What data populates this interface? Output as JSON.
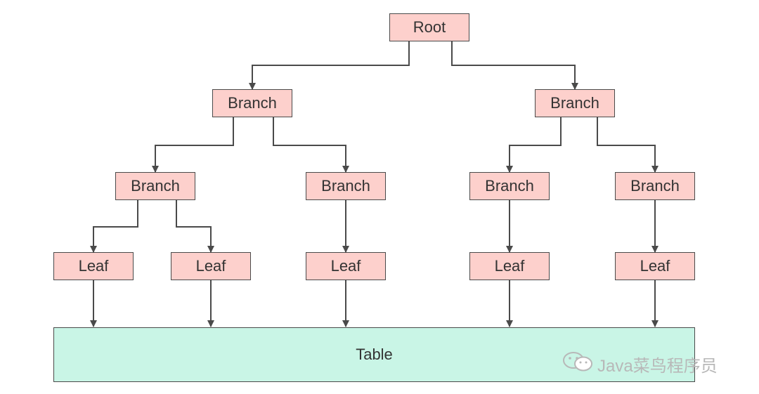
{
  "nodes": {
    "root": "Root",
    "branch_l1_left": "Branch",
    "branch_l1_right": "Branch",
    "branch_l2_1": "Branch",
    "branch_l2_2": "Branch",
    "branch_l2_3": "Branch",
    "branch_l2_4": "Branch",
    "leaf_1": "Leaf",
    "leaf_2": "Leaf",
    "leaf_3": "Leaf",
    "leaf_4": "Leaf",
    "leaf_5": "Leaf",
    "table": "Table"
  },
  "watermark": {
    "text": "Java菜鸟程序员",
    "icon": "wechat-icon"
  },
  "colors": {
    "node_fill": "#fdd0cc",
    "table_fill": "#c9f5e6",
    "stroke": "#4a4a4a"
  }
}
